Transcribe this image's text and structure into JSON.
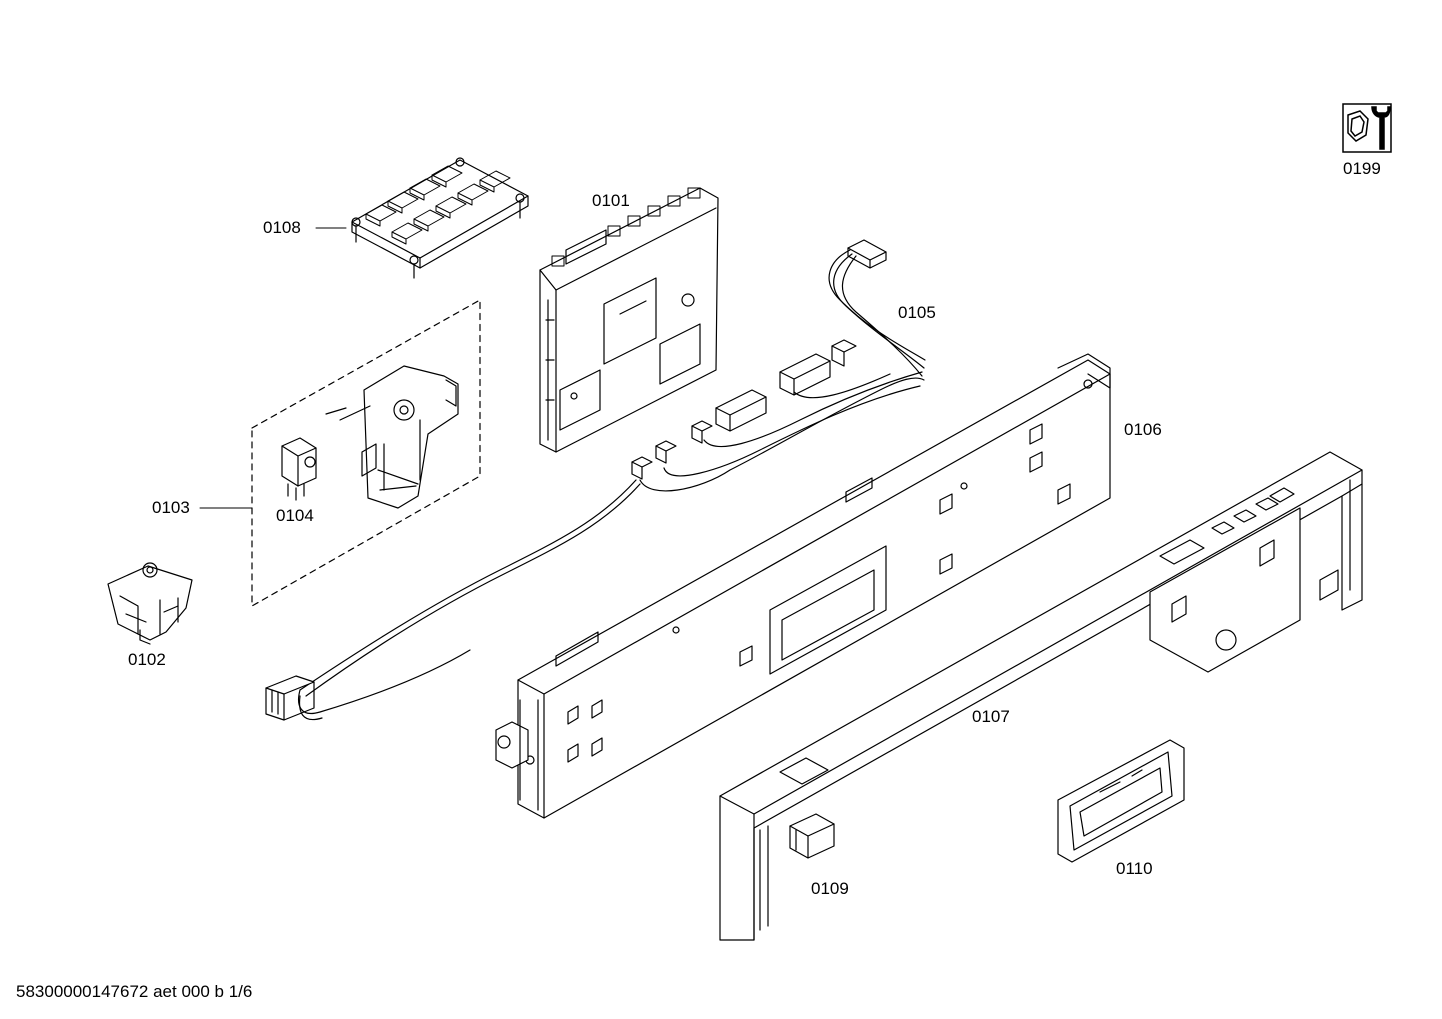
{
  "labels": {
    "p0101": "0101",
    "p0102": "0102",
    "p0103": "0103",
    "p0104": "0104",
    "p0105": "0105",
    "p0106": "0106",
    "p0107": "0107",
    "p0108": "0108",
    "p0109": "0109",
    "p0110": "0110",
    "p0199": "0199"
  },
  "footer": {
    "drawing_id": "58300000147672 aet 000 b 1/6"
  },
  "icons": {
    "service_tool": "nut-and-wrench-icon"
  },
  "colors": {
    "line": "#000000",
    "background": "#ffffff"
  }
}
